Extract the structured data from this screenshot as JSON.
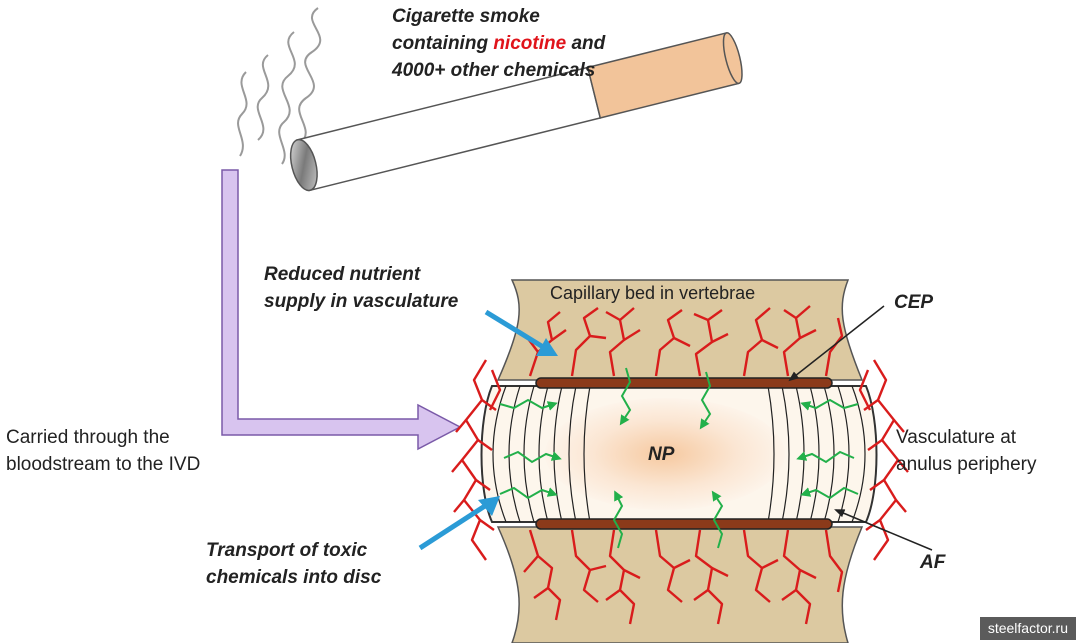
{
  "smoke_label": {
    "line1": "Cigarette smoke",
    "line2a": "containing ",
    "nicotine": "nicotine",
    "line2b": " and",
    "line3": "4000+ other chemicals"
  },
  "nutrient_label": {
    "line1": "Reduced nutrient",
    "line2": "supply in vasculature"
  },
  "capillary_label": "Capillary bed in vertebrae",
  "cep_label": "CEP",
  "np_label": "NP",
  "af_label": "AF",
  "blood_label": {
    "line1": "Carried through the",
    "line2": "bloodstream to the IVD"
  },
  "vasc_label": {
    "line1": "Vasculature at",
    "line2": "anulus periphery"
  },
  "toxic_label": {
    "line1": "Transport of toxic",
    "line2": "chemicals into disc"
  },
  "watermark": "steelfactor.ru",
  "colors": {
    "vessel": "#d91c1c",
    "diffusion": "#22b04a",
    "pointer": "#2b9bd6",
    "bloodstream_arrow": "#d8c4ef",
    "bone": "#dcc9a1",
    "endplate": "#8b3a1a",
    "nicotine": "#e0141b",
    "filter": "#f2c49a"
  }
}
